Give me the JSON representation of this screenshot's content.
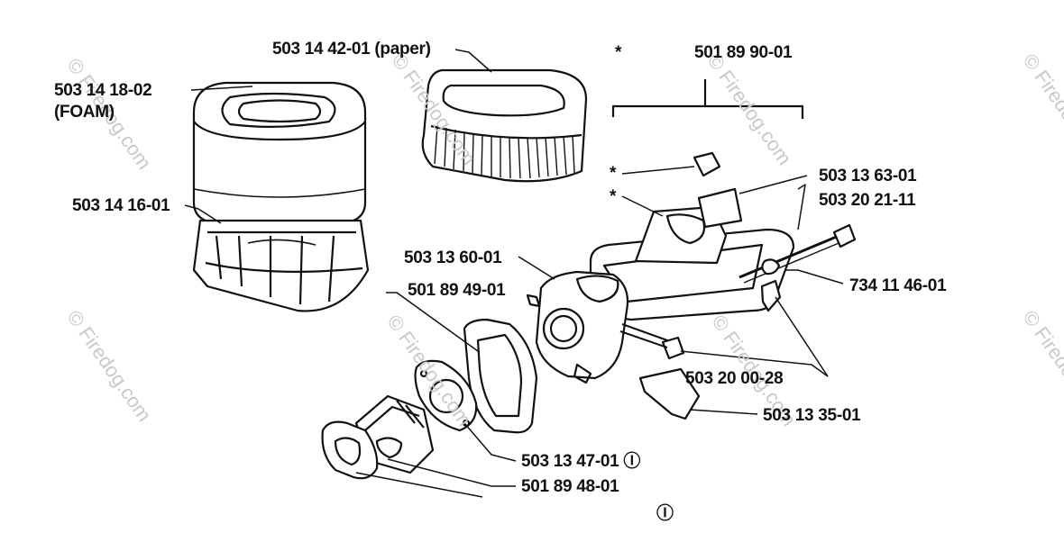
{
  "labels": {
    "paper_filter": "503 14 42-01 (paper)",
    "foam_filter_line1": "503 14 18-02",
    "foam_filter_line2": "(FOAM)",
    "filter_holder": "503 14 16-01",
    "asterisk_top": "*",
    "kit_label": "501 89 90-01",
    "asterisk_1": "*",
    "asterisk_2": "*",
    "cover_part": "503 13 63-01",
    "bolt": "503 20 21-11",
    "carburetor": "503 13 60-01",
    "washer_nut": "734 11 46-01",
    "gasket_a": "501 89 49-01",
    "screws": "503 20 00-28",
    "bracket": "503 13 35-01",
    "gasket_b": "503 13 47-01",
    "gasket_b_mark": "Ⓘ",
    "intake_gasket": "501 89 48-01",
    "bottom_mark": "Ⓘ"
  },
  "watermark": "© Firedog.com"
}
